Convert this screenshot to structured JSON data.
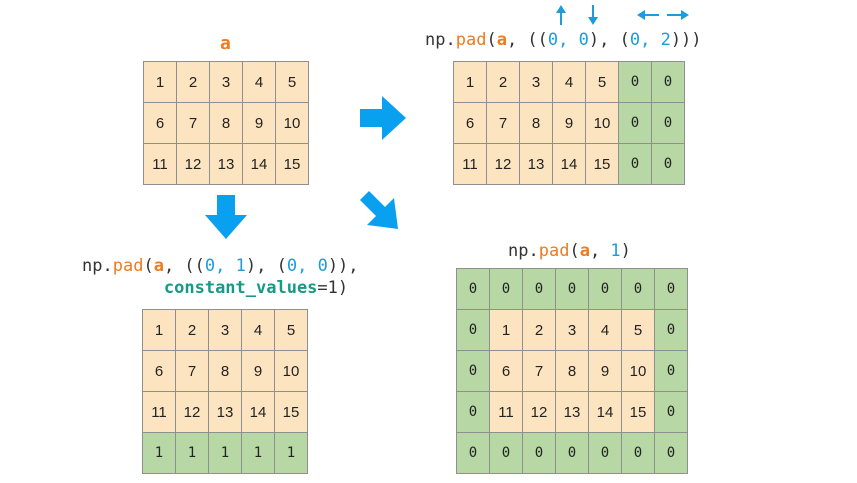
{
  "colors": {
    "orig": "#fde4c1",
    "pad": "#b7d8a4",
    "arrow": "#0aa0f0",
    "fn": "#f07a1e",
    "num": "#1f9bdb",
    "kw": "#139b85"
  },
  "panels": {
    "original": {
      "label": "a",
      "rows": [
        [
          {
            "v": "1",
            "pad": false
          },
          {
            "v": "2",
            "pad": false
          },
          {
            "v": "3",
            "pad": false
          },
          {
            "v": "4",
            "pad": false
          },
          {
            "v": "5",
            "pad": false
          }
        ],
        [
          {
            "v": "6",
            "pad": false
          },
          {
            "v": "7",
            "pad": false
          },
          {
            "v": "8",
            "pad": false
          },
          {
            "v": "9",
            "pad": false
          },
          {
            "v": "10",
            "pad": false
          }
        ],
        [
          {
            "v": "11",
            "pad": false
          },
          {
            "v": "12",
            "pad": false
          },
          {
            "v": "13",
            "pad": false
          },
          {
            "v": "14",
            "pad": false
          },
          {
            "v": "15",
            "pad": false
          }
        ]
      ]
    },
    "pad_right": {
      "code": [
        [
          [
            "t",
            "np."
          ],
          [
            "fn",
            "pad"
          ],
          [
            "t",
            "("
          ],
          [
            "var",
            "a"
          ],
          [
            "t",
            ", (("
          ],
          [
            "num",
            "0"
          ],
          [
            "num",
            ", "
          ],
          [
            "num",
            "0"
          ],
          [
            "t",
            "), ("
          ],
          [
            "num",
            "0"
          ],
          [
            "num",
            ", "
          ],
          [
            "num",
            "2"
          ],
          [
            "t",
            ")))"
          ]
        ]
      ],
      "rows": [
        [
          {
            "v": "1",
            "pad": false
          },
          {
            "v": "2",
            "pad": false
          },
          {
            "v": "3",
            "pad": false
          },
          {
            "v": "4",
            "pad": false
          },
          {
            "v": "5",
            "pad": false
          },
          {
            "v": "0",
            "pad": true
          },
          {
            "v": "0",
            "pad": true
          }
        ],
        [
          {
            "v": "6",
            "pad": false
          },
          {
            "v": "7",
            "pad": false
          },
          {
            "v": "8",
            "pad": false
          },
          {
            "v": "9",
            "pad": false
          },
          {
            "v": "10",
            "pad": false
          },
          {
            "v": "0",
            "pad": true
          },
          {
            "v": "0",
            "pad": true
          }
        ],
        [
          {
            "v": "11",
            "pad": false
          },
          {
            "v": "12",
            "pad": false
          },
          {
            "v": "13",
            "pad": false
          },
          {
            "v": "14",
            "pad": false
          },
          {
            "v": "15",
            "pad": false
          },
          {
            "v": "0",
            "pad": true
          },
          {
            "v": "0",
            "pad": true
          }
        ]
      ]
    },
    "pad_bottom": {
      "code": [
        [
          [
            "t",
            "np."
          ],
          [
            "fn",
            "pad"
          ],
          [
            "t",
            "("
          ],
          [
            "var",
            "a"
          ],
          [
            "t",
            ", (("
          ],
          [
            "num",
            "0"
          ],
          [
            "num",
            ", "
          ],
          [
            "num",
            "1"
          ],
          [
            "t",
            "), ("
          ],
          [
            "num",
            "0"
          ],
          [
            "num",
            ", "
          ],
          [
            "num",
            "0"
          ],
          [
            "t",
            ")),"
          ]
        ],
        [
          [
            "t",
            "        "
          ],
          [
            "kw",
            "constant_values"
          ],
          [
            "t",
            "=1)"
          ]
        ]
      ],
      "rows": [
        [
          {
            "v": "1",
            "pad": false
          },
          {
            "v": "2",
            "pad": false
          },
          {
            "v": "3",
            "pad": false
          },
          {
            "v": "4",
            "pad": false
          },
          {
            "v": "5",
            "pad": false
          }
        ],
        [
          {
            "v": "6",
            "pad": false
          },
          {
            "v": "7",
            "pad": false
          },
          {
            "v": "8",
            "pad": false
          },
          {
            "v": "9",
            "pad": false
          },
          {
            "v": "10",
            "pad": false
          }
        ],
        [
          {
            "v": "11",
            "pad": false
          },
          {
            "v": "12",
            "pad": false
          },
          {
            "v": "13",
            "pad": false
          },
          {
            "v": "14",
            "pad": false
          },
          {
            "v": "15",
            "pad": false
          }
        ],
        [
          {
            "v": "1",
            "pad": true
          },
          {
            "v": "1",
            "pad": true
          },
          {
            "v": "1",
            "pad": true
          },
          {
            "v": "1",
            "pad": true
          },
          {
            "v": "1",
            "pad": true
          }
        ]
      ]
    },
    "pad_all": {
      "code": [
        [
          [
            "t",
            "np."
          ],
          [
            "fn",
            "pad"
          ],
          [
            "t",
            "("
          ],
          [
            "var",
            "a"
          ],
          [
            "t",
            ", "
          ],
          [
            "num",
            "1"
          ],
          [
            "t",
            ")"
          ]
        ]
      ],
      "rows": [
        [
          {
            "v": "0",
            "pad": true
          },
          {
            "v": "0",
            "pad": true
          },
          {
            "v": "0",
            "pad": true
          },
          {
            "v": "0",
            "pad": true
          },
          {
            "v": "0",
            "pad": true
          },
          {
            "v": "0",
            "pad": true
          },
          {
            "v": "0",
            "pad": true
          }
        ],
        [
          {
            "v": "0",
            "pad": true
          },
          {
            "v": "1",
            "pad": false
          },
          {
            "v": "2",
            "pad": false
          },
          {
            "v": "3",
            "pad": false
          },
          {
            "v": "4",
            "pad": false
          },
          {
            "v": "5",
            "pad": false
          },
          {
            "v": "0",
            "pad": true
          }
        ],
        [
          {
            "v": "0",
            "pad": true
          },
          {
            "v": "6",
            "pad": false
          },
          {
            "v": "7",
            "pad": false
          },
          {
            "v": "8",
            "pad": false
          },
          {
            "v": "9",
            "pad": false
          },
          {
            "v": "10",
            "pad": false
          },
          {
            "v": "0",
            "pad": true
          }
        ],
        [
          {
            "v": "0",
            "pad": true
          },
          {
            "v": "11",
            "pad": false
          },
          {
            "v": "12",
            "pad": false
          },
          {
            "v": "13",
            "pad": false
          },
          {
            "v": "14",
            "pad": false
          },
          {
            "v": "15",
            "pad": false
          },
          {
            "v": "0",
            "pad": true
          }
        ],
        [
          {
            "v": "0",
            "pad": true
          },
          {
            "v": "0",
            "pad": true
          },
          {
            "v": "0",
            "pad": true
          },
          {
            "v": "0",
            "pad": true
          },
          {
            "v": "0",
            "pad": true
          },
          {
            "v": "0",
            "pad": true
          },
          {
            "v": "0",
            "pad": true
          }
        ]
      ]
    }
  },
  "icons": [
    "arrow-right-icon",
    "arrow-down-icon",
    "arrow-diagonal-icon",
    "arrow-up-small-icon",
    "arrow-down-small-icon",
    "arrow-left-small-icon",
    "arrow-right-small-icon"
  ]
}
